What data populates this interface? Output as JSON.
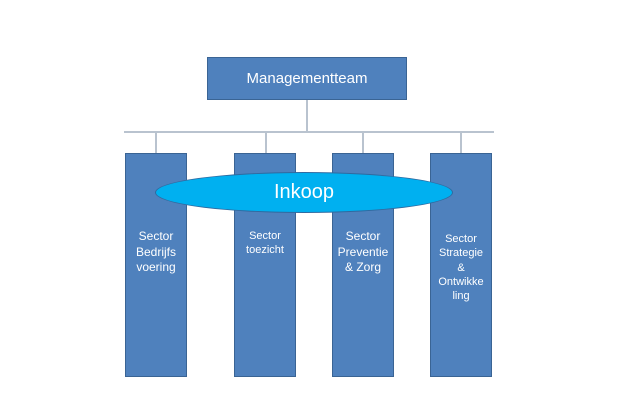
{
  "diagram": {
    "top": {
      "label": "Managementteam"
    },
    "overlay": {
      "label": "Inkoop"
    },
    "sectors": [
      {
        "label": "Sector\nBedrijfs\nvoering"
      },
      {
        "label": "Sector\ntoezicht"
      },
      {
        "label": "Sector\nPreventie\n& Zorg"
      },
      {
        "label": "Sector\nStrategie\n&\nOntwikke\nling"
      }
    ]
  },
  "colors": {
    "box": "#4f81bd",
    "ellipse": "#00b0f0",
    "connector": "#b9c3cf"
  }
}
